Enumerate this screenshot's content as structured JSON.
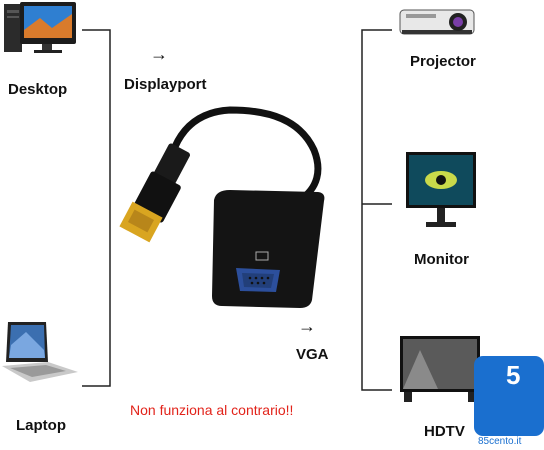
{
  "labels": {
    "desktop": "Desktop",
    "laptop": "Laptop",
    "displayport": "Displayport",
    "vga": "VGA",
    "projector": "Projector",
    "monitor": "Monitor",
    "hdtv": "HDTV"
  },
  "arrows": {
    "displayport_arrow": "→",
    "vga_arrow": "→"
  },
  "note": "Non funziona al contrario!!",
  "brand": {
    "text": "85cento.it",
    "logo_digit": "5"
  },
  "colors": {
    "note": "#e2231a",
    "brand": "#1a6fcf",
    "connector_gold": "#d9a520",
    "cable": "#111111"
  }
}
